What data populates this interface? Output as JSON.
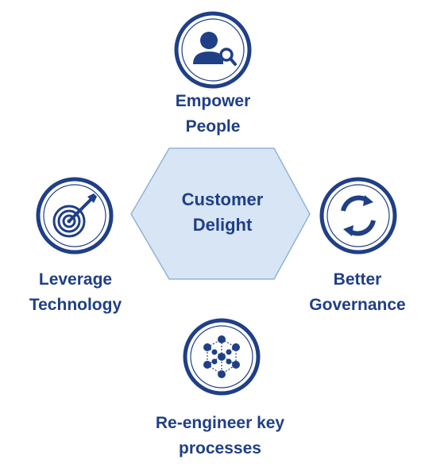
{
  "center": {
    "line1": "Customer",
    "line2": "Delight"
  },
  "nodes": {
    "top": {
      "icon": "person-search-icon",
      "line1": "Empower",
      "line2": "People"
    },
    "right": {
      "icon": "refresh-cycle-icon",
      "line1": "Better",
      "line2": "Governance"
    },
    "bottom": {
      "icon": "network-nodes-icon",
      "line1": "Re-engineer key",
      "line2": "processes"
    },
    "left": {
      "icon": "target-arrow-icon",
      "line1": "Leverage",
      "line2": "Technology"
    }
  },
  "colors": {
    "accent": "#1f3f86",
    "hexagon_fill": "#d7e5f5",
    "hexagon_stroke": "#8fb3dc",
    "icon_ring": "#1f3f86"
  }
}
